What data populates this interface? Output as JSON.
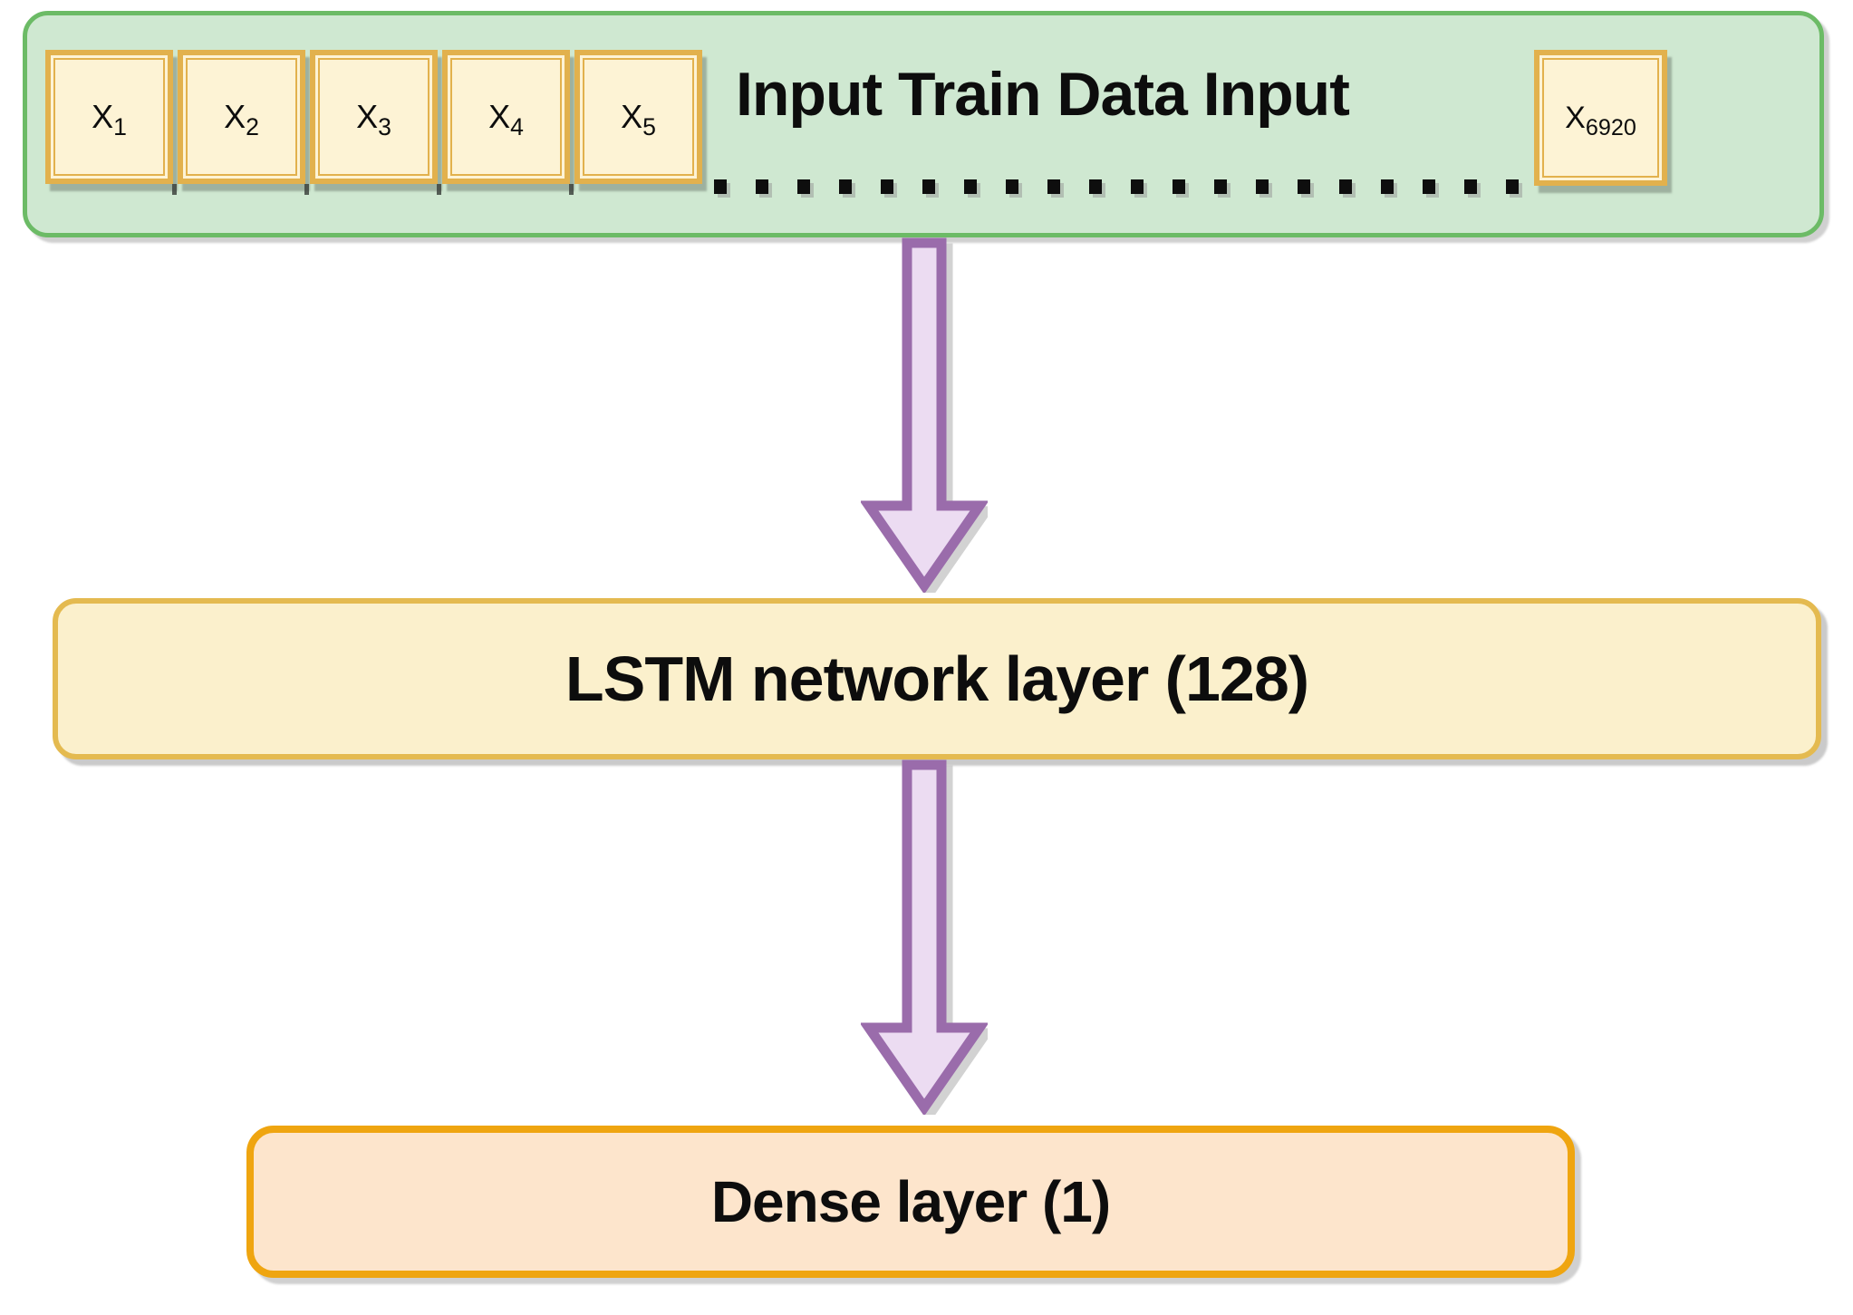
{
  "colors": {
    "panel_green_fill": "#cfe8d1",
    "panel_green_border": "#6cbb66",
    "token_fill": "#fdf3d5",
    "token_border": "#e2b14d",
    "lstm_fill": "#fbf0cc",
    "lstm_border": "#e4ba50",
    "dense_fill": "#fde5cc",
    "dense_border": "#efa510",
    "arrow_fill": "#ecdcf2",
    "arrow_border": "#9a6cab",
    "text": "#0d0d0d"
  },
  "input_panel": {
    "title": "Input Train Data Input",
    "tokens": [
      {
        "base": "X",
        "sub": "1"
      },
      {
        "base": "X",
        "sub": "2"
      },
      {
        "base": "X",
        "sub": "3"
      },
      {
        "base": "X",
        "sub": "4"
      },
      {
        "base": "X",
        "sub": "5"
      }
    ],
    "last_token": {
      "base": "X",
      "sub": "6920"
    },
    "ellipsis_dot_count": 20
  },
  "layers": {
    "lstm_label": "LSTM network layer (128)",
    "dense_label": "Dense layer (1)"
  }
}
